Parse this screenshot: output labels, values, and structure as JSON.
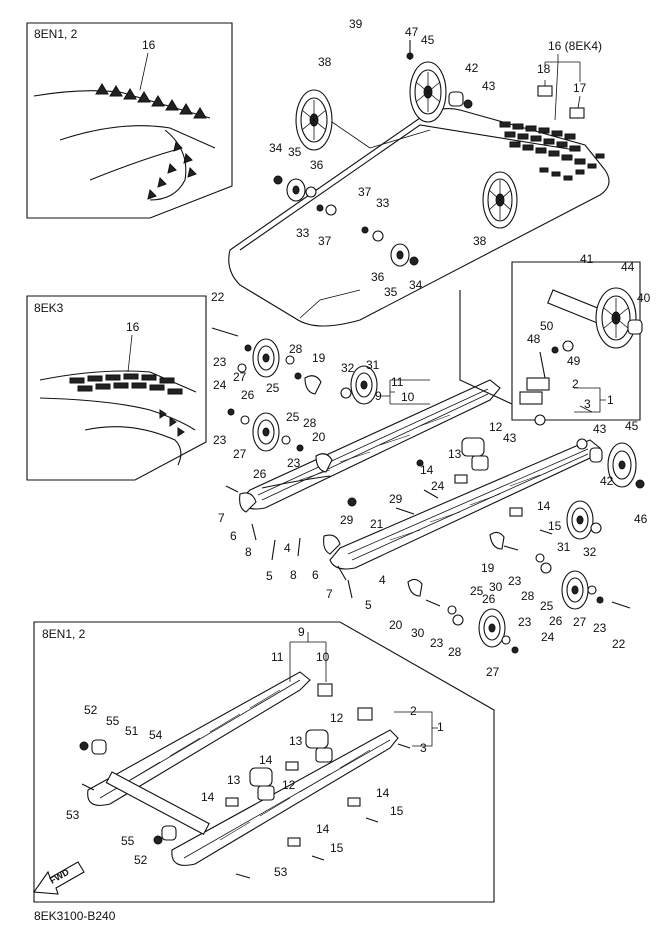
{
  "figure_code": "8EK3100-B240",
  "fwd_label": "FWD",
  "insets": {
    "top_left": {
      "title": "8EN1, 2",
      "labels": [
        "16"
      ]
    },
    "mid_left": {
      "title": "8EK3",
      "labels": [
        "16"
      ]
    },
    "bottom": {
      "title": "8EN1, 2"
    }
  },
  "callout_top_right": "16 (8EK4)",
  "callouts": [
    {
      "id": "c39",
      "text": "39"
    },
    {
      "id": "c47",
      "text": "47"
    },
    {
      "id": "c45a",
      "text": "45"
    },
    {
      "id": "c42a",
      "text": "42"
    },
    {
      "id": "c43a",
      "text": "43"
    },
    {
      "id": "c38a",
      "text": "38"
    },
    {
      "id": "c18",
      "text": "18"
    },
    {
      "id": "c17",
      "text": "17"
    },
    {
      "id": "c34a",
      "text": "34"
    },
    {
      "id": "c35a",
      "text": "35"
    },
    {
      "id": "c36a",
      "text": "36"
    },
    {
      "id": "c33a",
      "text": "33"
    },
    {
      "id": "c37a",
      "text": "37"
    },
    {
      "id": "c37b",
      "text": "37"
    },
    {
      "id": "c33b",
      "text": "33"
    },
    {
      "id": "c38b",
      "text": "38"
    },
    {
      "id": "c36b",
      "text": "36"
    },
    {
      "id": "c35b",
      "text": "35"
    },
    {
      "id": "c34b",
      "text": "34"
    },
    {
      "id": "c41",
      "text": "41"
    },
    {
      "id": "c44",
      "text": "44"
    },
    {
      "id": "c40",
      "text": "40"
    },
    {
      "id": "c22a",
      "text": "22"
    },
    {
      "id": "c23a",
      "text": "23"
    },
    {
      "id": "c27a",
      "text": "27"
    },
    {
      "id": "c26a",
      "text": "26"
    },
    {
      "id": "c28a",
      "text": "28"
    },
    {
      "id": "c25a",
      "text": "25"
    },
    {
      "id": "c19a",
      "text": "19"
    },
    {
      "id": "c32a",
      "text": "32"
    },
    {
      "id": "c31a",
      "text": "31"
    },
    {
      "id": "c9a",
      "text": "9"
    },
    {
      "id": "c11a",
      "text": "11"
    },
    {
      "id": "c10a",
      "text": "10"
    },
    {
      "id": "c50",
      "text": "50"
    },
    {
      "id": "c48",
      "text": "48"
    },
    {
      "id": "c49",
      "text": "49"
    },
    {
      "id": "c2a",
      "text": "2"
    },
    {
      "id": "c3a",
      "text": "3"
    },
    {
      "id": "c1a",
      "text": "1"
    },
    {
      "id": "c24a",
      "text": "24"
    },
    {
      "id": "c23b",
      "text": "23"
    },
    {
      "id": "c27b",
      "text": "27"
    },
    {
      "id": "c26b",
      "text": "26"
    },
    {
      "id": "c25b",
      "text": "25"
    },
    {
      "id": "c28b",
      "text": "28"
    },
    {
      "id": "c20a",
      "text": "20"
    },
    {
      "id": "c23c",
      "text": "23"
    },
    {
      "id": "c12a",
      "text": "12"
    },
    {
      "id": "c43b",
      "text": "43"
    },
    {
      "id": "c43c",
      "text": "43"
    },
    {
      "id": "c45b",
      "text": "45"
    },
    {
      "id": "c13a",
      "text": "13"
    },
    {
      "id": "c14a",
      "text": "14"
    },
    {
      "id": "c24b",
      "text": "24"
    },
    {
      "id": "c42b",
      "text": "42"
    },
    {
      "id": "c7a",
      "text": "7"
    },
    {
      "id": "c29a",
      "text": "29"
    },
    {
      "id": "c29b",
      "text": "29"
    },
    {
      "id": "c21",
      "text": "21"
    },
    {
      "id": "c46",
      "text": "46"
    },
    {
      "id": "c6a",
      "text": "6"
    },
    {
      "id": "c8a",
      "text": "8"
    },
    {
      "id": "c4a",
      "text": "4"
    },
    {
      "id": "c5a",
      "text": "5"
    },
    {
      "id": "c14b",
      "text": "14"
    },
    {
      "id": "c15a",
      "text": "15"
    },
    {
      "id": "c31b",
      "text": "31"
    },
    {
      "id": "c32b",
      "text": "32"
    },
    {
      "id": "c8b",
      "text": "8"
    },
    {
      "id": "c6b",
      "text": "6"
    },
    {
      "id": "c7b",
      "text": "7"
    },
    {
      "id": "c5b",
      "text": "5"
    },
    {
      "id": "c4b",
      "text": "4"
    },
    {
      "id": "c19b",
      "text": "19"
    },
    {
      "id": "c30a",
      "text": "30"
    },
    {
      "id": "c23d",
      "text": "23"
    },
    {
      "id": "c28c",
      "text": "28"
    },
    {
      "id": "c25c",
      "text": "25"
    },
    {
      "id": "c26c",
      "text": "26"
    },
    {
      "id": "c20b",
      "text": "20"
    },
    {
      "id": "c30b",
      "text": "30"
    },
    {
      "id": "c25d",
      "text": "25"
    },
    {
      "id": "c26d",
      "text": "26"
    },
    {
      "id": "c23e",
      "text": "23"
    },
    {
      "id": "c24c",
      "text": "24"
    },
    {
      "id": "c27c",
      "text": "27"
    },
    {
      "id": "c23f",
      "text": "23"
    },
    {
      "id": "c28d",
      "text": "28"
    },
    {
      "id": "c23g",
      "text": "23"
    },
    {
      "id": "c27d",
      "text": "27"
    },
    {
      "id": "c22b",
      "text": "22"
    },
    {
      "id": "c9b",
      "text": "9"
    },
    {
      "id": "c11b",
      "text": "11"
    },
    {
      "id": "c10b",
      "text": "10"
    },
    {
      "id": "c2b",
      "text": "2"
    },
    {
      "id": "c12b",
      "text": "12"
    },
    {
      "id": "c1b",
      "text": "1"
    },
    {
      "id": "c3b",
      "text": "3"
    },
    {
      "id": "c52a",
      "text": "52"
    },
    {
      "id": "c55a",
      "text": "55"
    },
    {
      "id": "c51",
      "text": "51"
    },
    {
      "id": "c54",
      "text": "54"
    },
    {
      "id": "c13b",
      "text": "13"
    },
    {
      "id": "c14c",
      "text": "14"
    },
    {
      "id": "c12c",
      "text": "12"
    },
    {
      "id": "c13c",
      "text": "13"
    },
    {
      "id": "c14d",
      "text": "14"
    },
    {
      "id": "c53a",
      "text": "53"
    },
    {
      "id": "c14e",
      "text": "14"
    },
    {
      "id": "c15b",
      "text": "15"
    },
    {
      "id": "c14f",
      "text": "14"
    },
    {
      "id": "c55b",
      "text": "55"
    },
    {
      "id": "c52b",
      "text": "52"
    },
    {
      "id": "c15c",
      "text": "15"
    },
    {
      "id": "c53b",
      "text": "53"
    }
  ]
}
